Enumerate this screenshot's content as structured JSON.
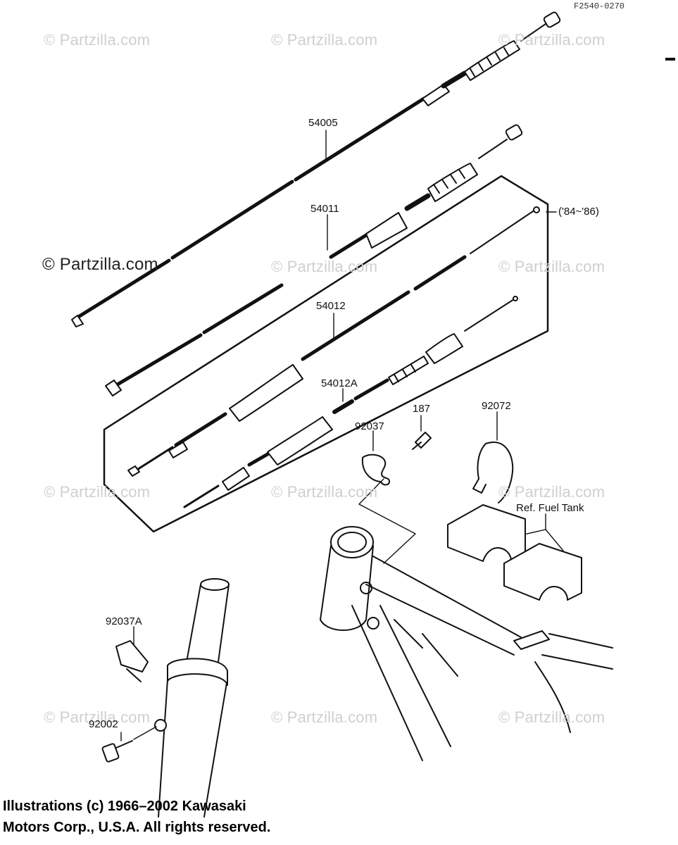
{
  "figure_ref": "F2540-0270",
  "watermark_text": "© Partzilla.com",
  "watermark_prominent": "© Partzilla.com",
  "part_labels": {
    "p54005": "54005",
    "p54011": "54011",
    "p54012": "54012",
    "p54012A": "54012A",
    "p187": "187",
    "p92037": "92037",
    "p92072": "92072",
    "p92037A": "92037A",
    "p92002": "92002"
  },
  "year_note": "('84~'86)",
  "ref_fuel_tank": "Ref. Fuel Tank",
  "copyright_line1": "Illustrations (c) 1966–2002 Kawasaki",
  "copyright_line2": "Motors Corp., U.S.A.  All rights reserved."
}
